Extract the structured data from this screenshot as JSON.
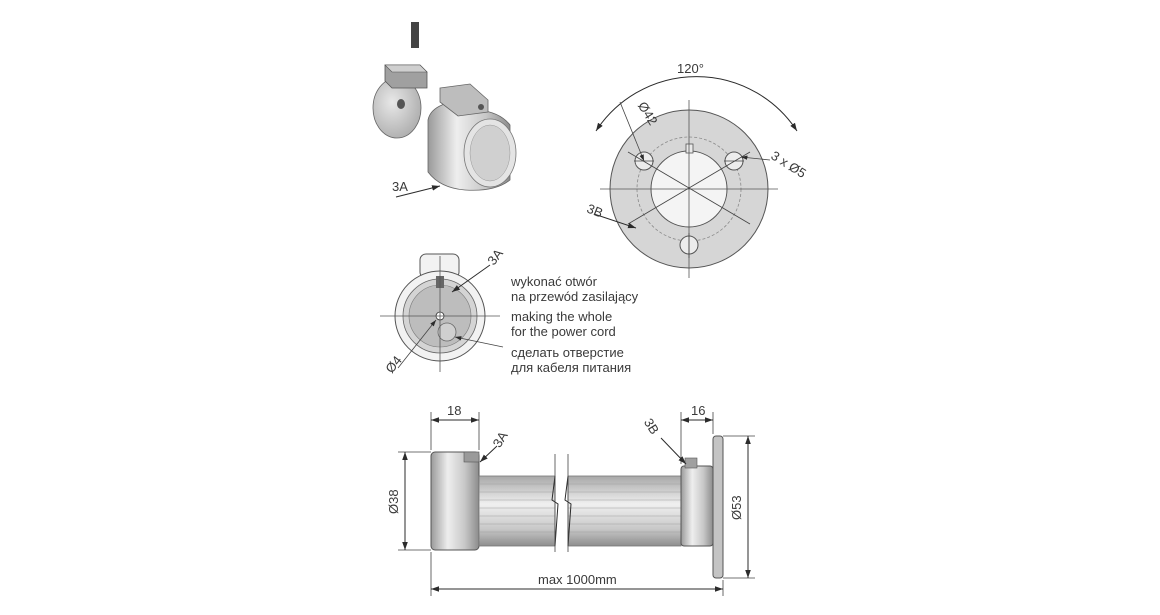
{
  "labels": {
    "angle": "120°",
    "diam42": "Ø42",
    "holes": "3 x Ø5",
    "ref_3a": "3A",
    "ref_3b": "3B",
    "diam4": "Ø4",
    "d18": "18",
    "d16": "16",
    "d38": "Ø38",
    "d53": "Ø53",
    "maxlen": "max 1000mm"
  },
  "note": {
    "pl_line1": "wykonać otwór",
    "pl_line2": "na przewód zasilający",
    "en_line1": "making the whole",
    "en_line2": "for the power cord",
    "ru_line1": "сделать отверстие",
    "ru_line2": "для кабеля питания"
  },
  "colors": {
    "metal_light": "#e6e6e6",
    "metal_mid": "#bdbdbd",
    "metal_dark": "#8a8a8a",
    "ink": "#2b2b2b"
  }
}
